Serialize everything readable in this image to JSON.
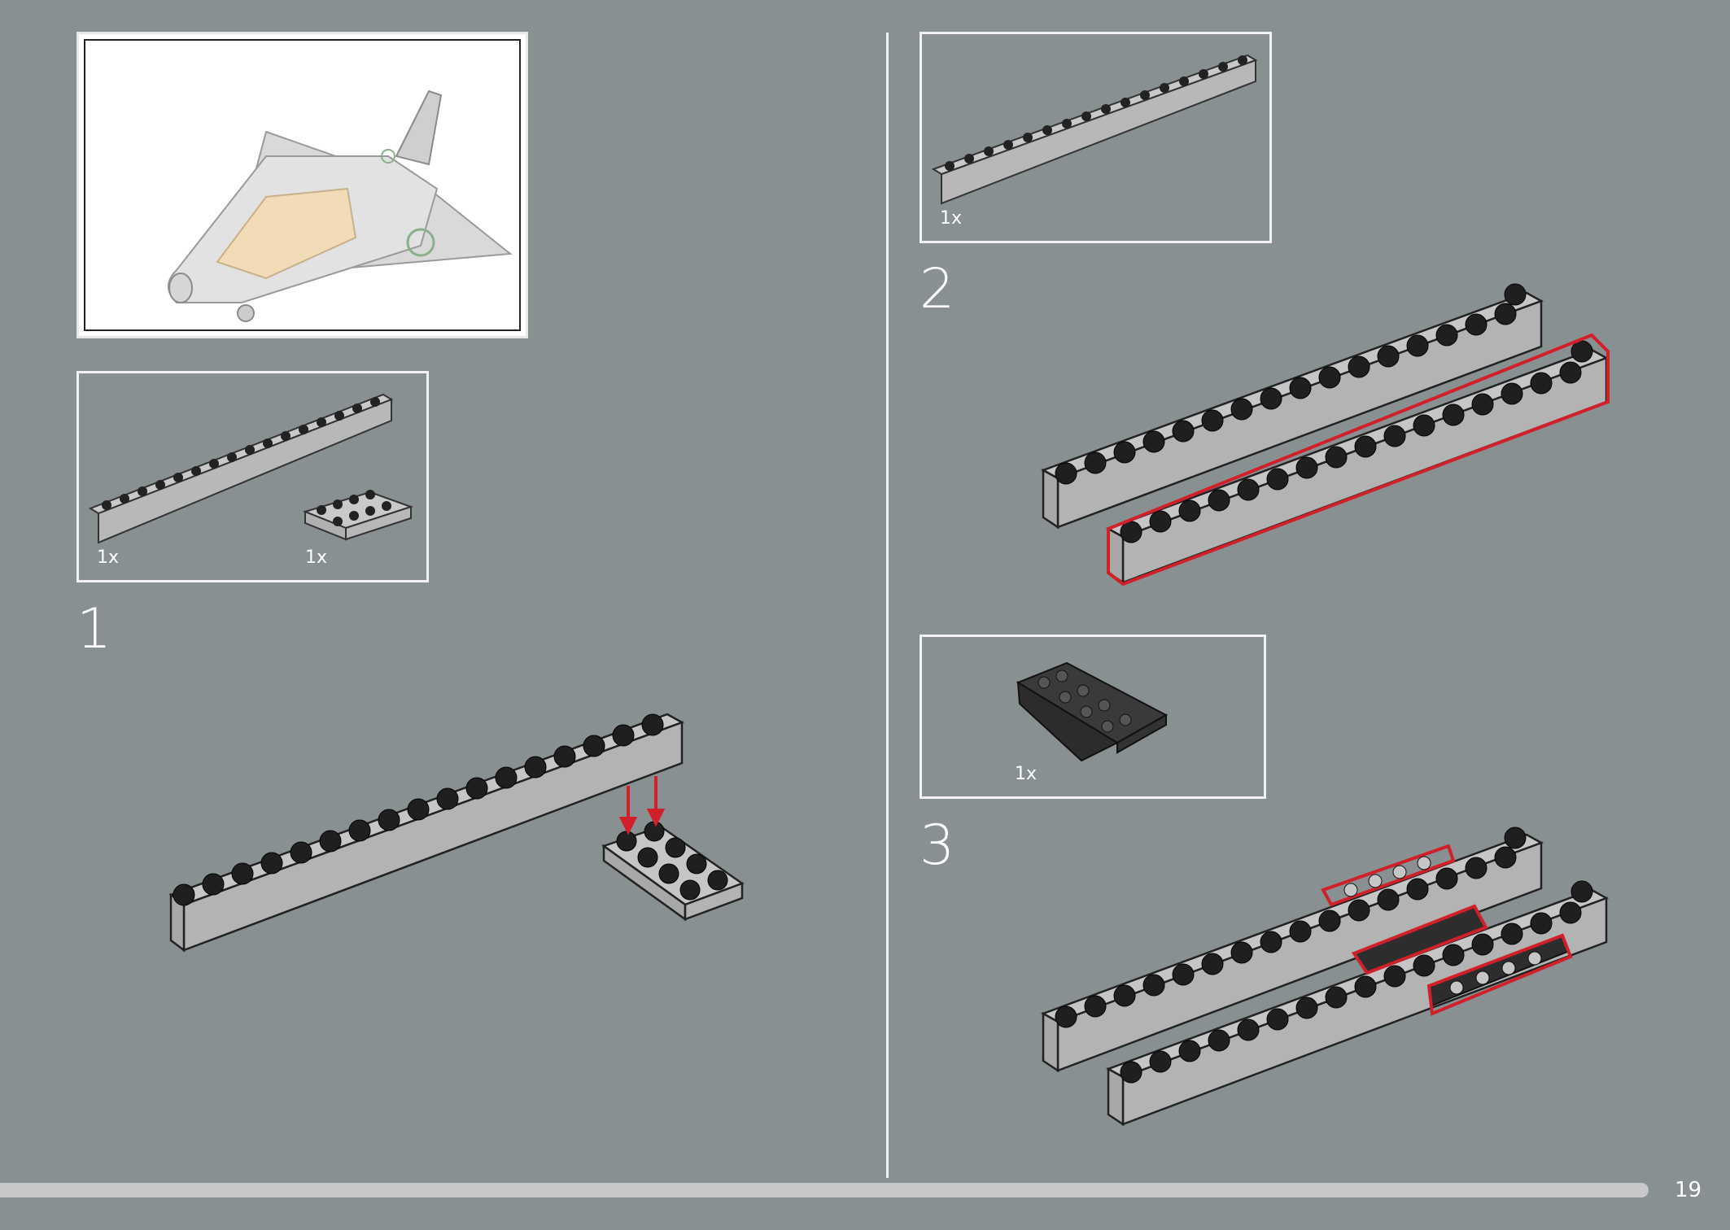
{
  "page": {
    "number": "19"
  },
  "preview": {
    "alt": "completed shuttle preview"
  },
  "steps": [
    {
      "number": "1",
      "parts": [
        {
          "qty": "1x"
        },
        {
          "qty": "1x"
        }
      ]
    },
    {
      "number": "2",
      "parts": [
        {
          "qty": "1x"
        }
      ]
    },
    {
      "number": "3",
      "parts": [
        {
          "qty": "1x"
        }
      ]
    }
  ],
  "colors": {
    "background": "#899092",
    "brick": "#b5b5b5",
    "highlight": "#d0202a",
    "frame": "#f2f2f2"
  }
}
